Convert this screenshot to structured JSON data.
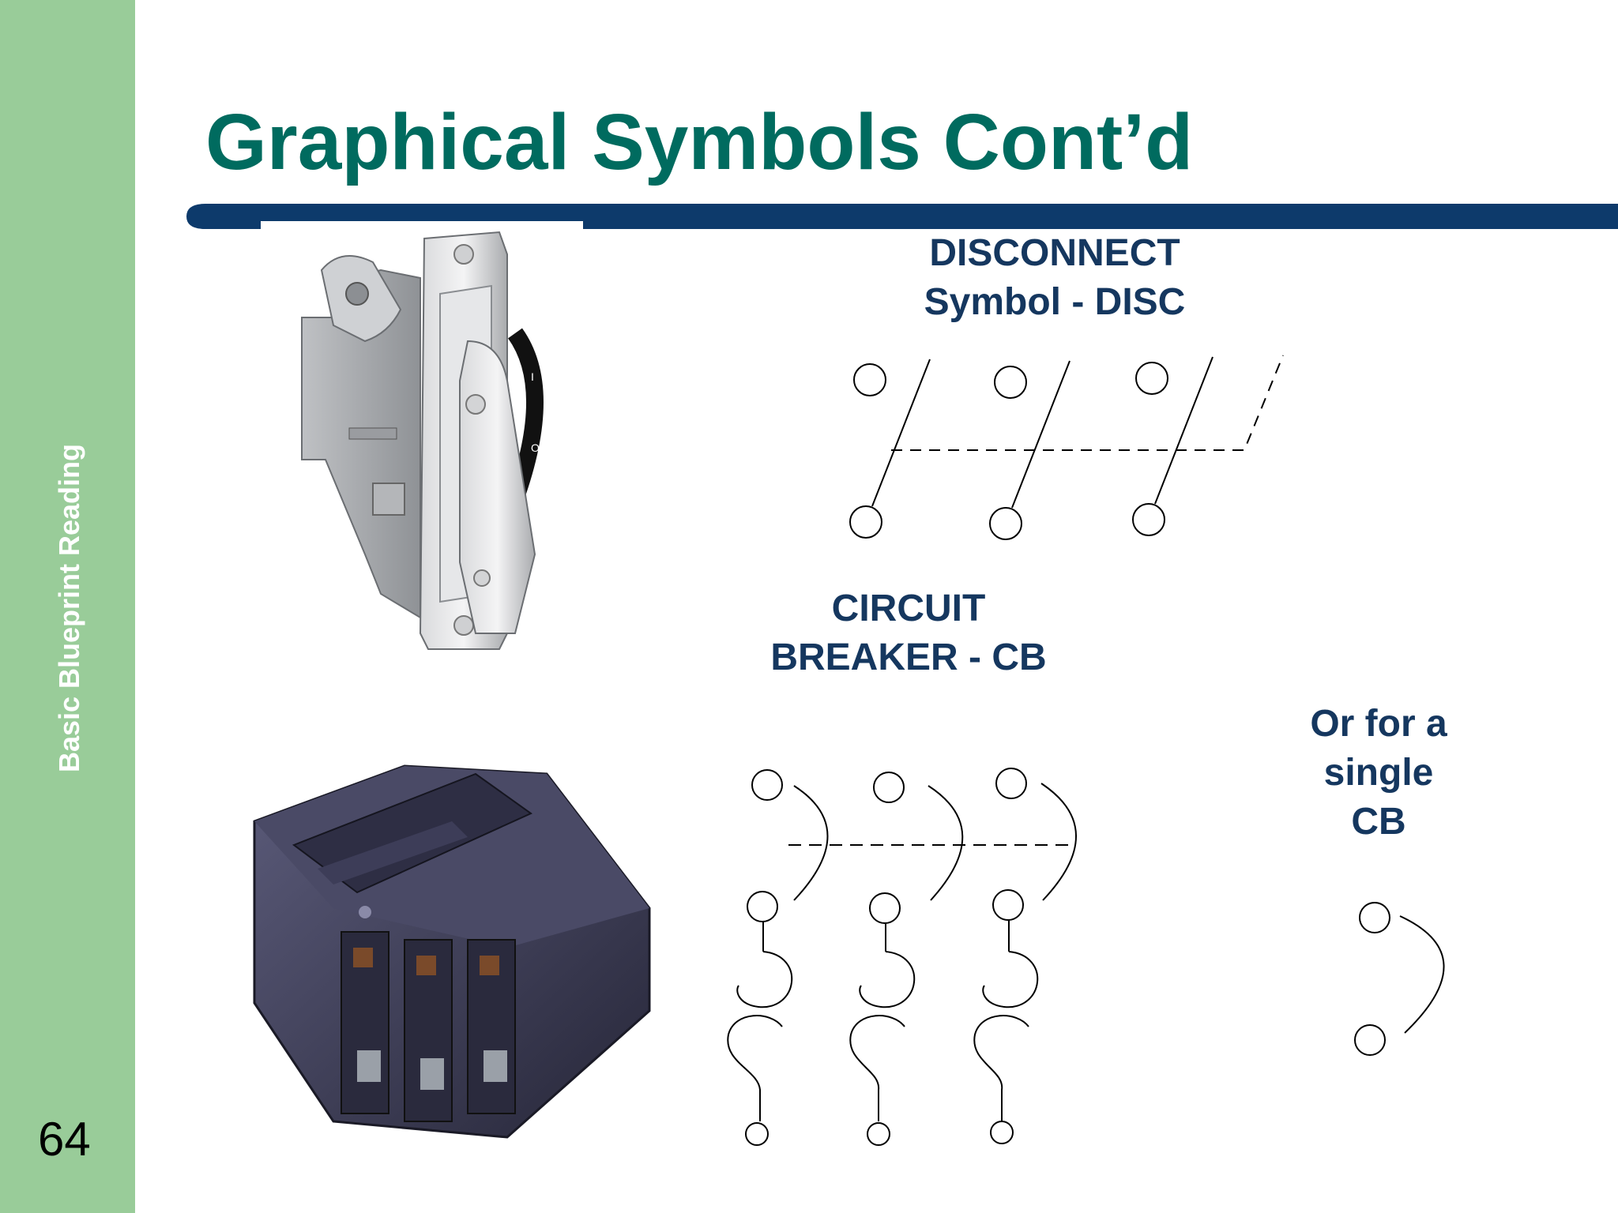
{
  "sidebar": {
    "label": "Basic Blueprint Reading"
  },
  "page": {
    "number": "64"
  },
  "title": "Graphical Symbols Cont’d",
  "colors": {
    "title": "#006b5f",
    "rule": "#0d3a6b",
    "sidebar": "#99cc99",
    "labels": "#15375f"
  },
  "disconnect": {
    "line1": "DISCONNECT",
    "line2": "Symbol - DISC"
  },
  "breaker": {
    "line1": "CIRCUIT",
    "line2": "BREAKER - CB"
  },
  "single": {
    "line1": "Or for a",
    "line2": "single",
    "line3": "CB"
  },
  "images": [
    {
      "name": "disconnect-switch-photo"
    },
    {
      "name": "three-pole-circuit-breaker-photo"
    }
  ]
}
